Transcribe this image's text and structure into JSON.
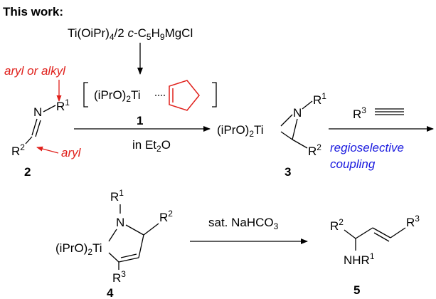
{
  "header": {
    "title": "This work:"
  },
  "reagents": {
    "line": "Ti(OiPr)₄/2 c-C₅H₉MgCl",
    "part1": "Ti(OiPr)",
    "part1_sub": "4",
    "part2": "/2 ",
    "part3": "c",
    "part4": "-C",
    "part4_sub": "5",
    "part5": "H",
    "part5_sub": "9",
    "part6": "MgCl"
  },
  "complex1": {
    "label": "1",
    "ligand_prefix": "(iPrO)",
    "ligand_sub": "2",
    "metal": "Ti",
    "bracket_left": "[",
    "bracket_right": "]"
  },
  "compound2": {
    "label": "2",
    "N": "N",
    "R1": "R",
    "R1_sup": "1",
    "R2": "R",
    "R2_sup": "2",
    "annot_top": "aryl or alkyl",
    "annot_bottom": "aryl"
  },
  "step1": {
    "condition": "in Et₂O",
    "cond_a": "in Et",
    "cond_sub": "2",
    "cond_b": "O"
  },
  "compound3": {
    "label": "3",
    "ligand_prefix": "(iPrO)",
    "ligand_sub": "2",
    "metal": "Ti",
    "N": "N",
    "R1": "R",
    "R1_sup": "1",
    "R2": "R",
    "R2_sup": "2"
  },
  "step2": {
    "reagent_R": "R",
    "reagent_sup": "3",
    "label_line1": "regioselective",
    "label_line2": "coupling"
  },
  "compound4": {
    "label": "4",
    "ligand_prefix": "(iPrO)",
    "ligand_sub": "2",
    "metal": "Ti",
    "N": "N",
    "R1": "R",
    "R1_sup": "1",
    "R2": "R",
    "R2_sup": "2",
    "R3": "R",
    "R3_sup": "3"
  },
  "step3": {
    "condition": "sat. NaHCO₃",
    "cond_a": "sat. NaHCO",
    "cond_sub": "3"
  },
  "compound5": {
    "label": "5",
    "R2": "R",
    "R2_sup": "2",
    "R3": "R",
    "R3_sup": "3",
    "amine": "NHR",
    "amine_sup": "1"
  },
  "colors": {
    "annotation": "#e0201b",
    "cyclopentene": "#e0201b",
    "process_label": "#1a1adf",
    "text": "#000000"
  }
}
